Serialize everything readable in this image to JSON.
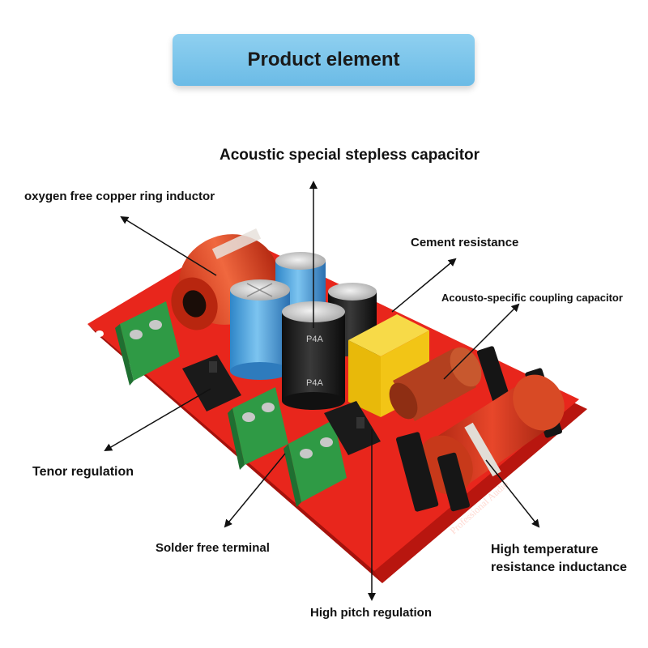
{
  "title": "Product element",
  "labels": {
    "capacitor": "Acoustic special stepless capacitor",
    "inductor": "oxygen free copper ring inductor",
    "cement_resistance": "Cement resistance",
    "coupling_capacitor": "Acousto-specific coupling capacitor",
    "tenor_regulation": "Tenor regulation",
    "solder_free_terminal": "Solder free terminal",
    "high_temp_line1": "High temperature",
    "high_temp_line2": "resistance inductance",
    "high_pitch_regulation": "High pitch regulation"
  },
  "component_marks": {
    "cap_mark_1": "P4A",
    "cap_mark_2": "P4A",
    "board_text": "Professional Audio"
  },
  "colors": {
    "board": "#e8261c",
    "title_box": "#7cc6ec",
    "terminal": "#2f9a45",
    "blue_cap": "#4ea7df",
    "black_cap": "#1c1c1c",
    "yellow_cap": "#f2c516",
    "coil": "#d93a16"
  }
}
